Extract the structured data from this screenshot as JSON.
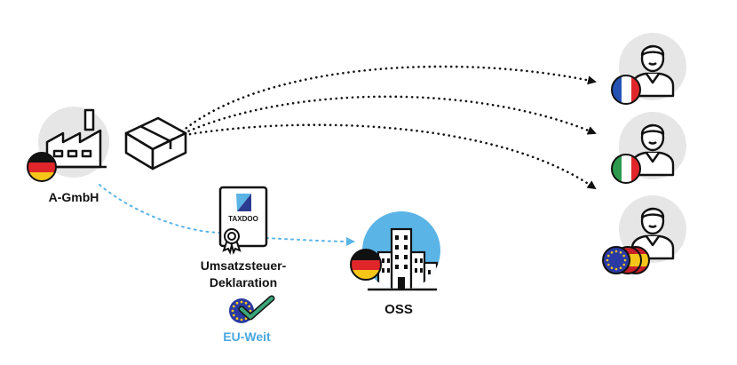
{
  "company": {
    "label": "A-GmbH",
    "flag": "germany-flag"
  },
  "declaration": {
    "logo_text": "TAXDOO",
    "label_line1": "Umsatzsteuer-",
    "label_line2": "Deklaration",
    "scope_label": "EU-Weit"
  },
  "oss": {
    "label": "OSS",
    "flag": "germany-flag"
  },
  "customers": [
    {
      "icon": "customer-icon",
      "flags": [
        "france-flag"
      ]
    },
    {
      "icon": "customer-icon",
      "flags": [
        "italy-flag"
      ]
    },
    {
      "icon": "customer-icon",
      "flags": [
        "eu-flag",
        "spain-flag",
        "spain-flag"
      ]
    }
  ],
  "colors": {
    "accent_blue": "#5ab4e6",
    "euweit_text": "#4aa8df",
    "check_green": "#3aa57a",
    "eu_blue": "#2a3aa4",
    "circle_gray": "#e6e6e6",
    "line_dark": "#111111"
  }
}
